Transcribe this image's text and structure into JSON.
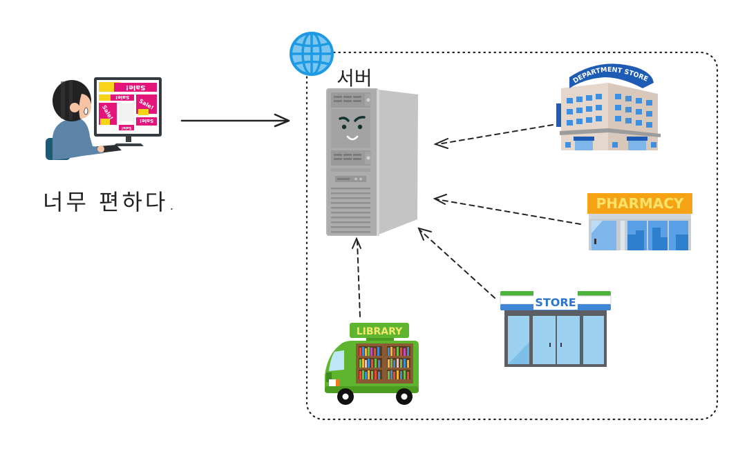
{
  "user": {
    "caption": "너무 편하다.",
    "screen_ads": [
      "Sale!",
      "Sale!",
      "Sale!",
      "Sale!",
      "Sale!",
      "Sale!"
    ]
  },
  "server_area": {
    "label": "서버",
    "globe_icon": "globe-icon",
    "server_icon": "server-tower-icon"
  },
  "stores": [
    {
      "id": "department-store",
      "sign": "DEPARTMENT STORE",
      "color": "#1e5bb5"
    },
    {
      "id": "pharmacy",
      "sign": "PHARMACY",
      "color": "#f5a214"
    },
    {
      "id": "convenience-store",
      "sign": "STORE",
      "color": "#3f8fd8"
    },
    {
      "id": "library-bus",
      "sign": "LIBRARY",
      "color": "#5fb52f"
    }
  ],
  "arrows": [
    {
      "from": "user",
      "to": "server",
      "style": "solid"
    },
    {
      "from": "department-store",
      "to": "server",
      "style": "dashed"
    },
    {
      "from": "pharmacy",
      "to": "server",
      "style": "dashed"
    },
    {
      "from": "convenience-store",
      "to": "server",
      "style": "dashed"
    },
    {
      "from": "library-bus",
      "to": "server",
      "style": "dashed"
    }
  ]
}
